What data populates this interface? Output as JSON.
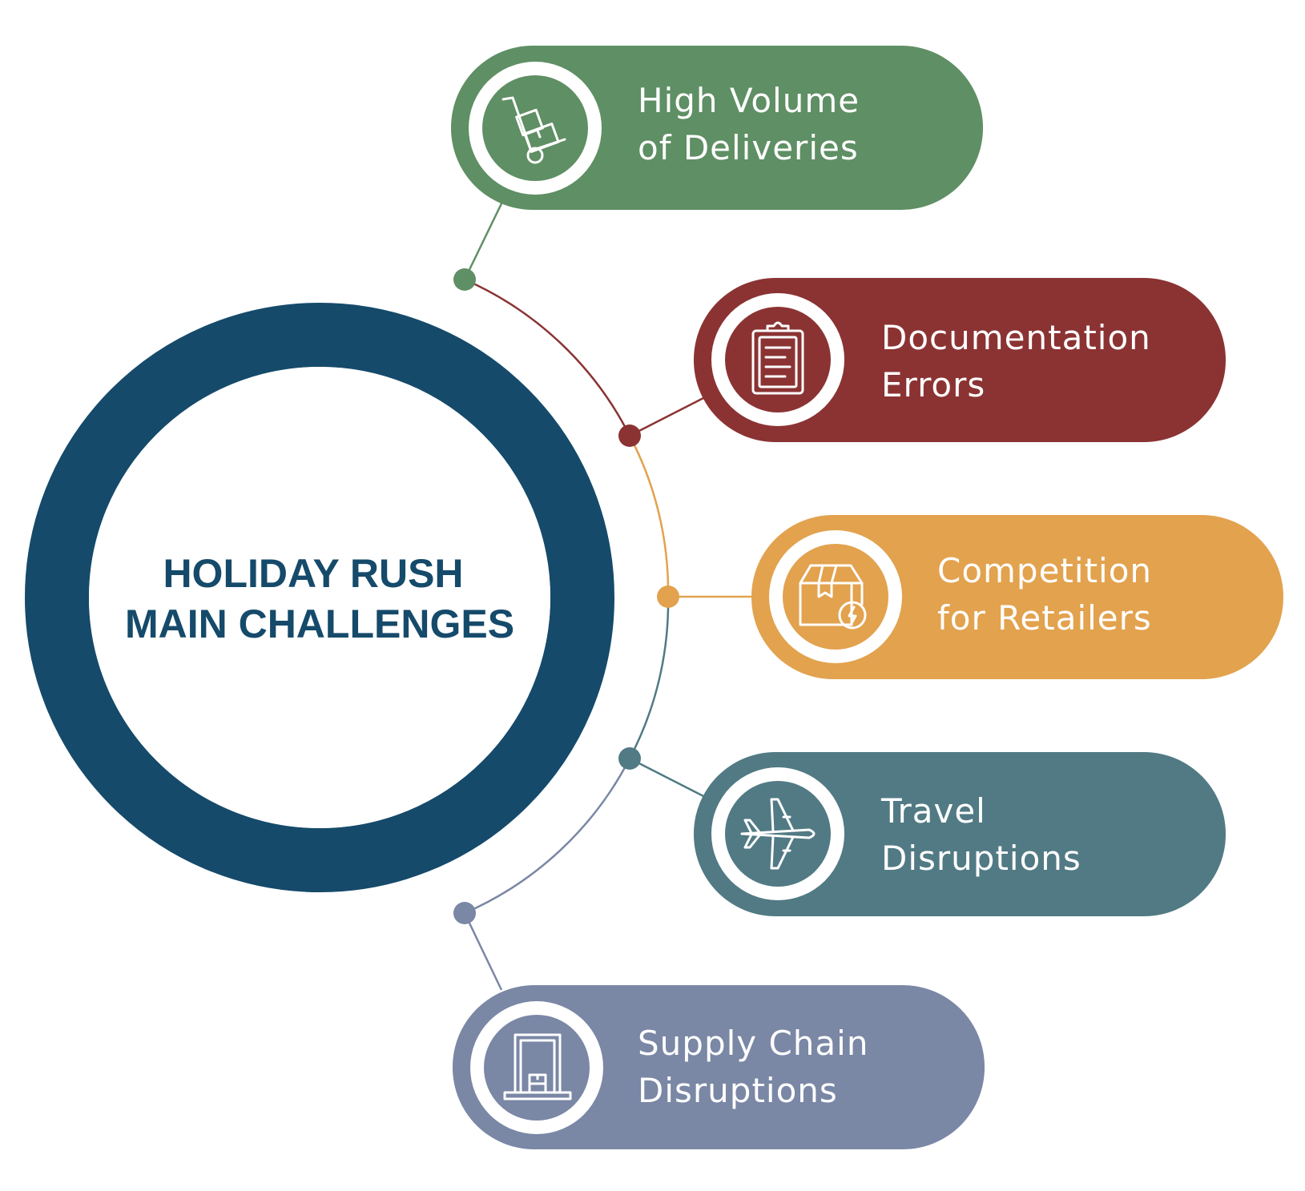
{
  "center": {
    "title_line1": "HOLIDAY RUSH",
    "title_line2": "MAIN CHALLENGES",
    "color": "#154a6a"
  },
  "challenges": [
    {
      "line1": "High Volume",
      "line2": "of Deliveries",
      "color": "#5f8f64",
      "icon": "hand-truck-icon"
    },
    {
      "line1": "Documentation",
      "line2": "Errors",
      "color": "#8b3333",
      "icon": "clipboard-icon"
    },
    {
      "line1": "Competition",
      "line2": "for Retailers",
      "color": "#e2a24e",
      "icon": "package-lightning-icon"
    },
    {
      "line1": "Travel",
      "line2": "Disruptions",
      "color": "#517a84",
      "icon": "airplane-icon"
    },
    {
      "line1": "Supply Chain",
      "line2": "Disruptions",
      "color": "#7a87a5",
      "icon": "doorway-package-icon"
    }
  ]
}
